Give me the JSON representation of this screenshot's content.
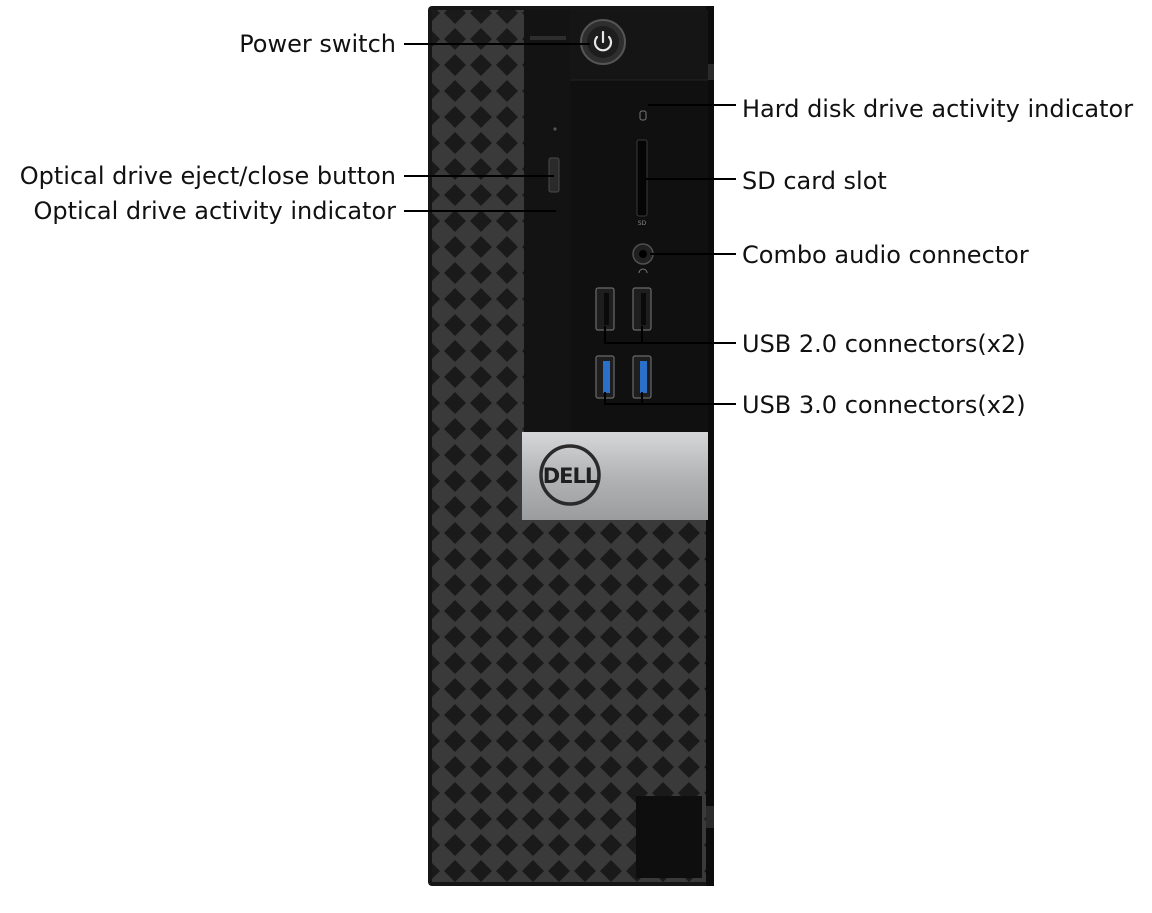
{
  "labels": {
    "power_switch": "Power switch",
    "eject_button": "Optical drive eject/close button",
    "optical_activity": "Optical drive activity indicator",
    "hdd_activity": "Hard disk drive activity indicator",
    "sd_card_slot": "SD card slot",
    "combo_audio": "Combo audio connector",
    "usb2": "USB 2.0 connectors(x2)",
    "usb3": "USB 3.0 connectors(x2)"
  },
  "port_marks": {
    "sd": "SD"
  },
  "logo_text": "DELL",
  "colors": {
    "chassis": "#1b1b1b",
    "mesh_hole": "#2a2a2a",
    "mesh_rib": "#3c3c3c",
    "panel": "#121212",
    "silver_badge": "#b9bbbd",
    "usb3_blue": "#2a6fc9",
    "leader_line": "#000000"
  }
}
